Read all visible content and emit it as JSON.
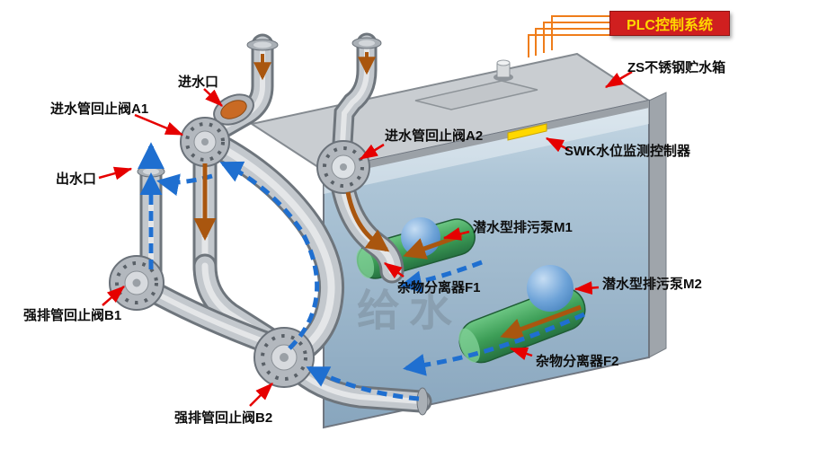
{
  "plc": {
    "label": "PLC控制系统"
  },
  "annotations": {
    "tank": "ZS不锈钢贮水箱",
    "swk_controller": "SWK水位监测控制器",
    "inlet_port": "进水口",
    "inlet_check_valve_a1": "进水管回止阀A1",
    "inlet_check_valve_a2": "进水管回止阀A2",
    "outlet_port": "出水口",
    "pump_m1": "潜水型排污泵M1",
    "pump_m2": "潜水型排污泵M2",
    "separator_f1": "杂物分离器F1",
    "separator_f2": "杂物分离器F2",
    "discharge_check_valve_b1": "强排管回止阀B1",
    "discharge_check_valve_b2": "强排管回止阀B2"
  },
  "watermark": "给水",
  "colors": {
    "plc_bg": "#d01f1f",
    "plc_text": "#ffd800",
    "annotation_arrow": "#e60000",
    "wiring_orange": "#ef7d1a",
    "flow_blue": "#1f6fd0",
    "flow_brown": "#a9560f",
    "water": "#8fafc6",
    "separator_green": "#2f8a4c",
    "pump_blue": "#5290cc",
    "sensor_strip_yellow": "#ffd800",
    "pipe_gray": "#c3c8cd"
  }
}
